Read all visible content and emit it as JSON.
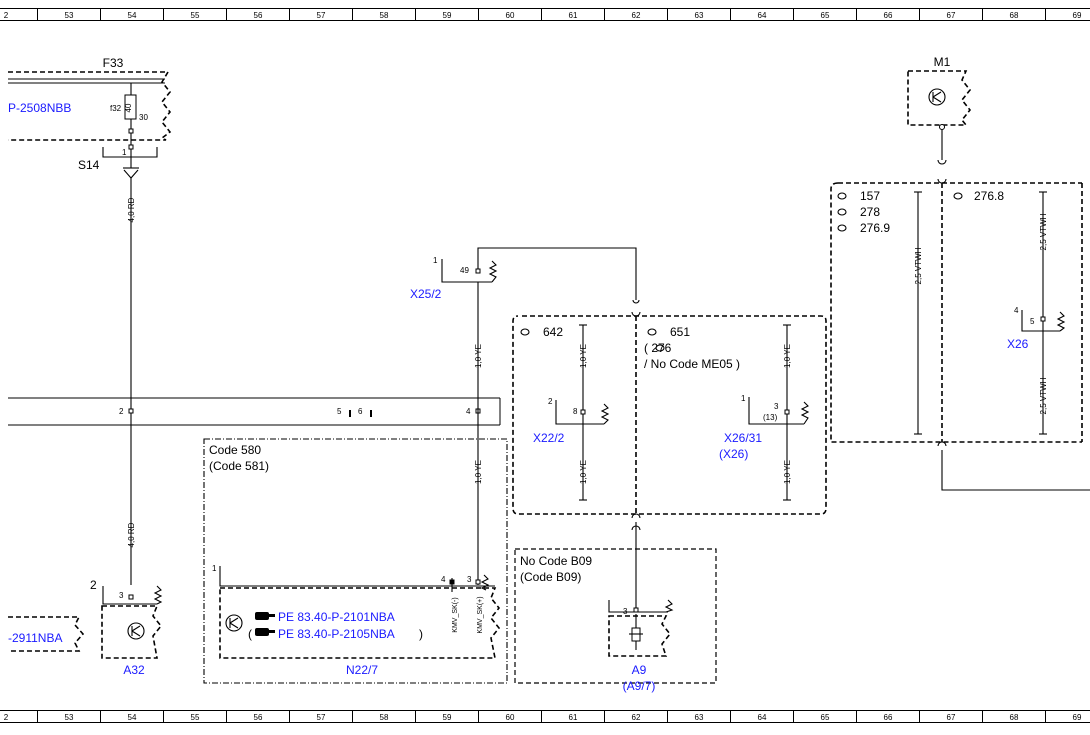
{
  "ruler": {
    "left_edge_label": "2",
    "top_numbers": [
      "53",
      "54",
      "55",
      "56",
      "57",
      "58",
      "59",
      "60",
      "61",
      "62",
      "63",
      "64",
      "65",
      "66",
      "67",
      "68",
      "69"
    ]
  },
  "labels": {
    "f33": "F33",
    "f33_ref": "P-2508NBB",
    "f32": "f32",
    "fuse_amp": "40",
    "fuse_pin": "30",
    "s14": "S14",
    "s14_pin": "1",
    "m1": "M1",
    "x25_2": "X25/2",
    "x25_2_pos": "1",
    "x25_2_pin": "49",
    "wire_40rd_top": "4,0 RD",
    "wire_40rd_bottom": "4,0 RD",
    "wire_10ye_1": "1,0 YE",
    "wire_10ye_2": "1,0 YE",
    "wire_10ye_a": "1,0 YE",
    "wire_10ye_b": "1,0 YE",
    "wire_10ye_c": "1,0 YE",
    "wire_10ye_d": "1,0 YE",
    "wire_25vtwh_1": "2,5 VTWH",
    "wire_25vtwh_2": "2,5 VTWH",
    "wire_25vtwh_3": "2,5 VTWH",
    "bus_2": "2",
    "bus_5": "5",
    "bus_6": "6",
    "bus_4": "4",
    "engine_642": "642",
    "engine_651": "651",
    "engine_276_paren": "( 276",
    "no_code_me05": "/ No  Code ME05  )",
    "engine_157": "157",
    "engine_278": "278",
    "engine_2769": "276.9",
    "engine_2768": "276.8",
    "x22_2": "X22/2",
    "x22_2_pos": "2",
    "x22_2_pin": "8",
    "x26_31": "X26/31",
    "x26_paren": "(X26)",
    "x26_31_pos": "1",
    "x26_31_pin": "3",
    "x26_31_pin_alt": "(13)",
    "x26": "X26",
    "x26_pos": "4",
    "x26_pin": "5",
    "code_580": "Code 580",
    "code_581": "(Code 581)",
    "n22_7_pos": "1",
    "n22_7_pin4": "4",
    "n22_7_pin3": "3",
    "kmv_sk_minus": "KMV_SK(-)",
    "kmv_sk_plus": "KMV_SK(+)",
    "pe_ref_1": "PE 83.40-P-2101NBA",
    "pe_ref_2": "PE 83.40-P-2105NBA",
    "paren_open": "(",
    "paren_close": ")",
    "n22_7": "N22/7",
    "no_code_b09": "No  Code B09",
    "code_b09": "(Code B09)",
    "a9_pin": "3",
    "a9": "A9",
    "a9_7": "(A9/7)",
    "a32_pos": "2",
    "a32_pin": "3",
    "a32": "A32",
    "a32_ref": "-2911NBA"
  }
}
